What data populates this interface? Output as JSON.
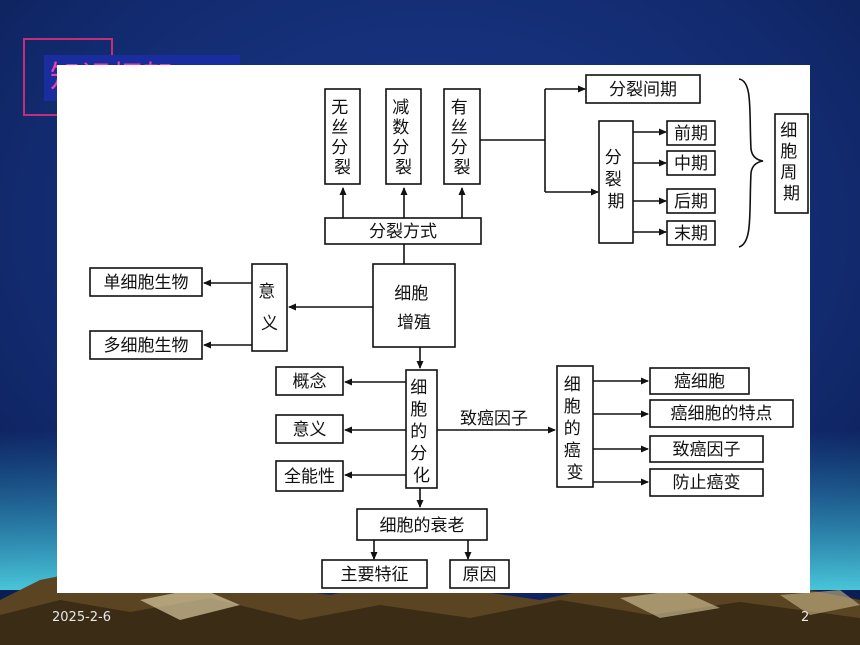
{
  "slide": {
    "title": "知识框架",
    "date": "2025-2-6",
    "page_number": "2"
  },
  "diagram": {
    "center": "细胞增殖",
    "center_lines": [
      "细胞",
      "增殖"
    ],
    "division_mode": "分裂方式",
    "mode_amitosis": [
      "无",
      "丝",
      "分",
      "裂"
    ],
    "mode_meiosis": [
      "减",
      "数",
      "分",
      "裂"
    ],
    "mode_mitosis": [
      "有",
      "丝",
      "分",
      "裂"
    ],
    "interphase": "分裂间期",
    "division_phase": [
      "分",
      "裂",
      "期"
    ],
    "prophase": "前期",
    "metaphase": "中期",
    "anaphase": "后期",
    "telophase": "末期",
    "cell_cycle": [
      "细",
      "胞",
      "周",
      "期"
    ],
    "significance_box": [
      "意",
      "义"
    ],
    "unicellular": "单细胞生物",
    "multicellular": "多细胞生物",
    "differentiation": [
      "细",
      "胞",
      "的",
      "分",
      "化"
    ],
    "concept": "概念",
    "diff_significance": "意义",
    "totipotency": "全能性",
    "carcinogen_label": "致癌因子",
    "canceration": [
      "细",
      "胞",
      "的",
      "癌",
      "变"
    ],
    "cancer_cell": "癌细胞",
    "cancer_traits": "癌细胞的特点",
    "carcinogen": "致癌因子",
    "prevent": "防止癌变",
    "aging": "细胞的衰老",
    "main_features": "主要特征",
    "causes": "原因"
  }
}
